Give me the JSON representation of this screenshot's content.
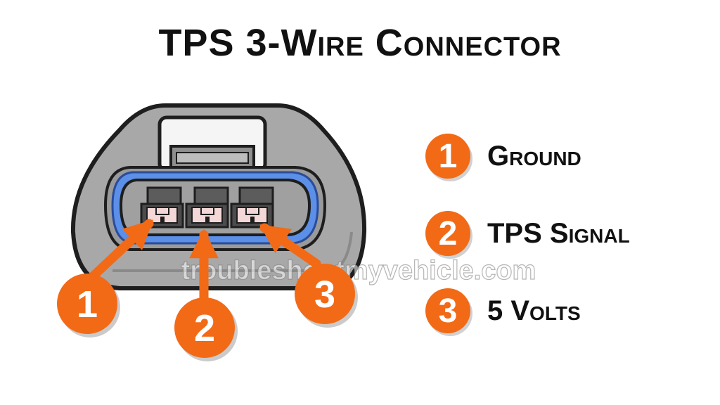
{
  "title": "TPS 3-Wire Connector",
  "colors": {
    "accent": "#f26a16",
    "housing": "#a9a9a9",
    "seal": "#5b8fe8",
    "terminal": "#5c5c5c"
  },
  "legend": [
    {
      "number": "1",
      "label": "Ground"
    },
    {
      "number": "2",
      "label": "TPS Signal"
    },
    {
      "number": "3",
      "label": "5 Volts"
    }
  ],
  "callouts": [
    {
      "number": "1"
    },
    {
      "number": "2"
    },
    {
      "number": "3"
    }
  ],
  "watermark": "troubleshootmyvehicle.com"
}
